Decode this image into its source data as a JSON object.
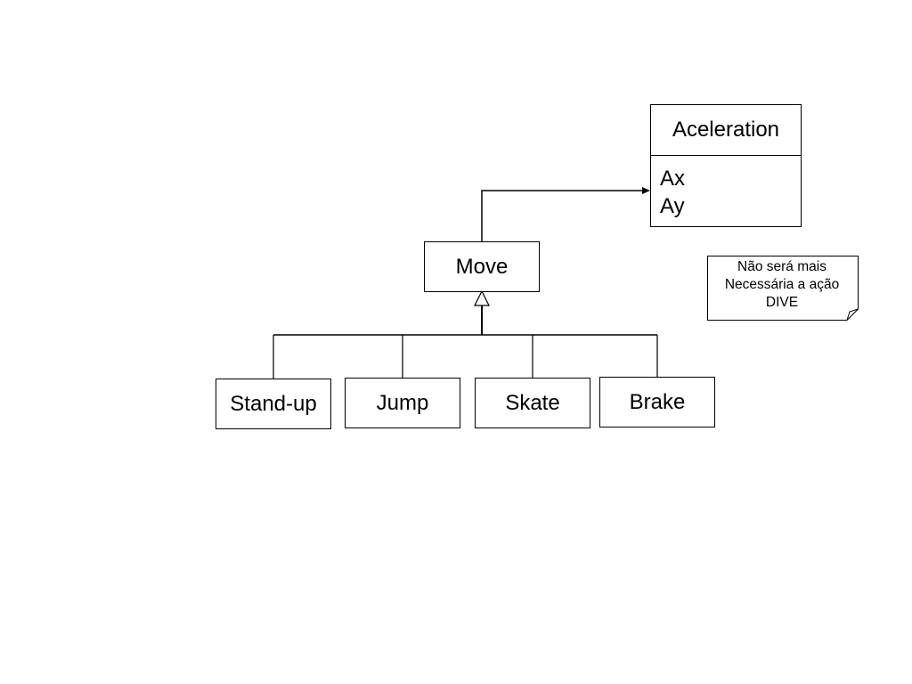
{
  "diagram": {
    "class_aceleration": {
      "name": "Aceleration",
      "attributes": [
        "Ax",
        "Ay"
      ]
    },
    "move": "Move",
    "children": {
      "stand_up": "Stand-up",
      "jump": "Jump",
      "skate": "Skate",
      "brake": "Brake"
    },
    "note": {
      "lines": [
        "Não será mais",
        "Necessária a ação",
        "DIVE"
      ]
    }
  }
}
